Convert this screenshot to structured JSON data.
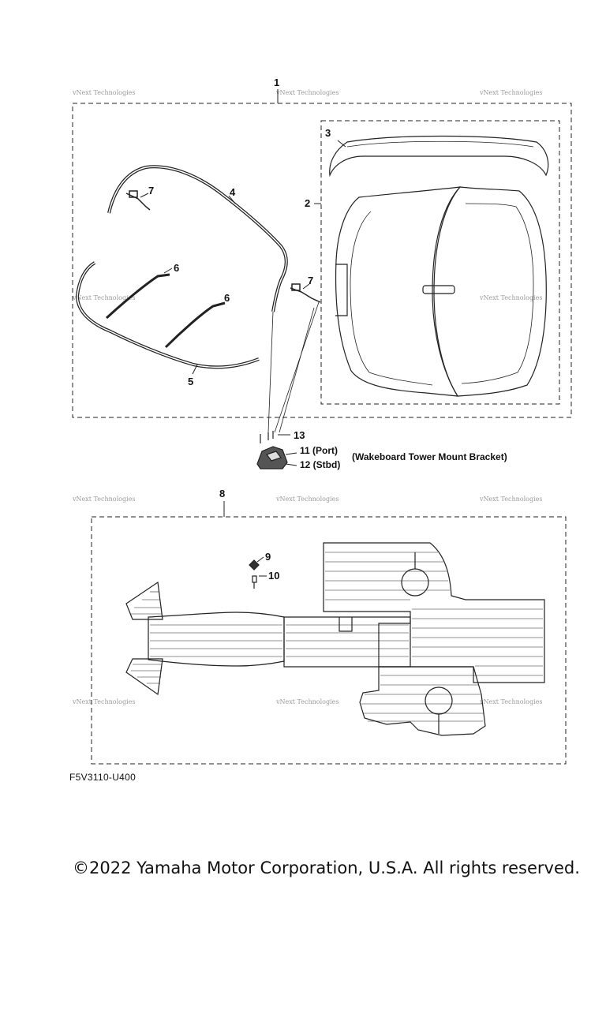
{
  "callouts": {
    "c1": "1",
    "c2": "2",
    "c3": "3",
    "c4": "4",
    "c5": "5",
    "c6a": "6",
    "c6b": "6",
    "c7a": "7",
    "c7b": "7",
    "c8": "8",
    "c9": "9",
    "c10": "10",
    "c13": "13"
  },
  "labels": {
    "port": "11 (Port)",
    "stbd": "12 (Stbd)",
    "bracket": "(Wakeboard Tower Mount Bracket)"
  },
  "watermark": "vNext Technologies",
  "figure_code": "F5V3110-U400",
  "copyright": "©2022 Yamaha Motor Corporation, U.S.A. All rights reserved."
}
